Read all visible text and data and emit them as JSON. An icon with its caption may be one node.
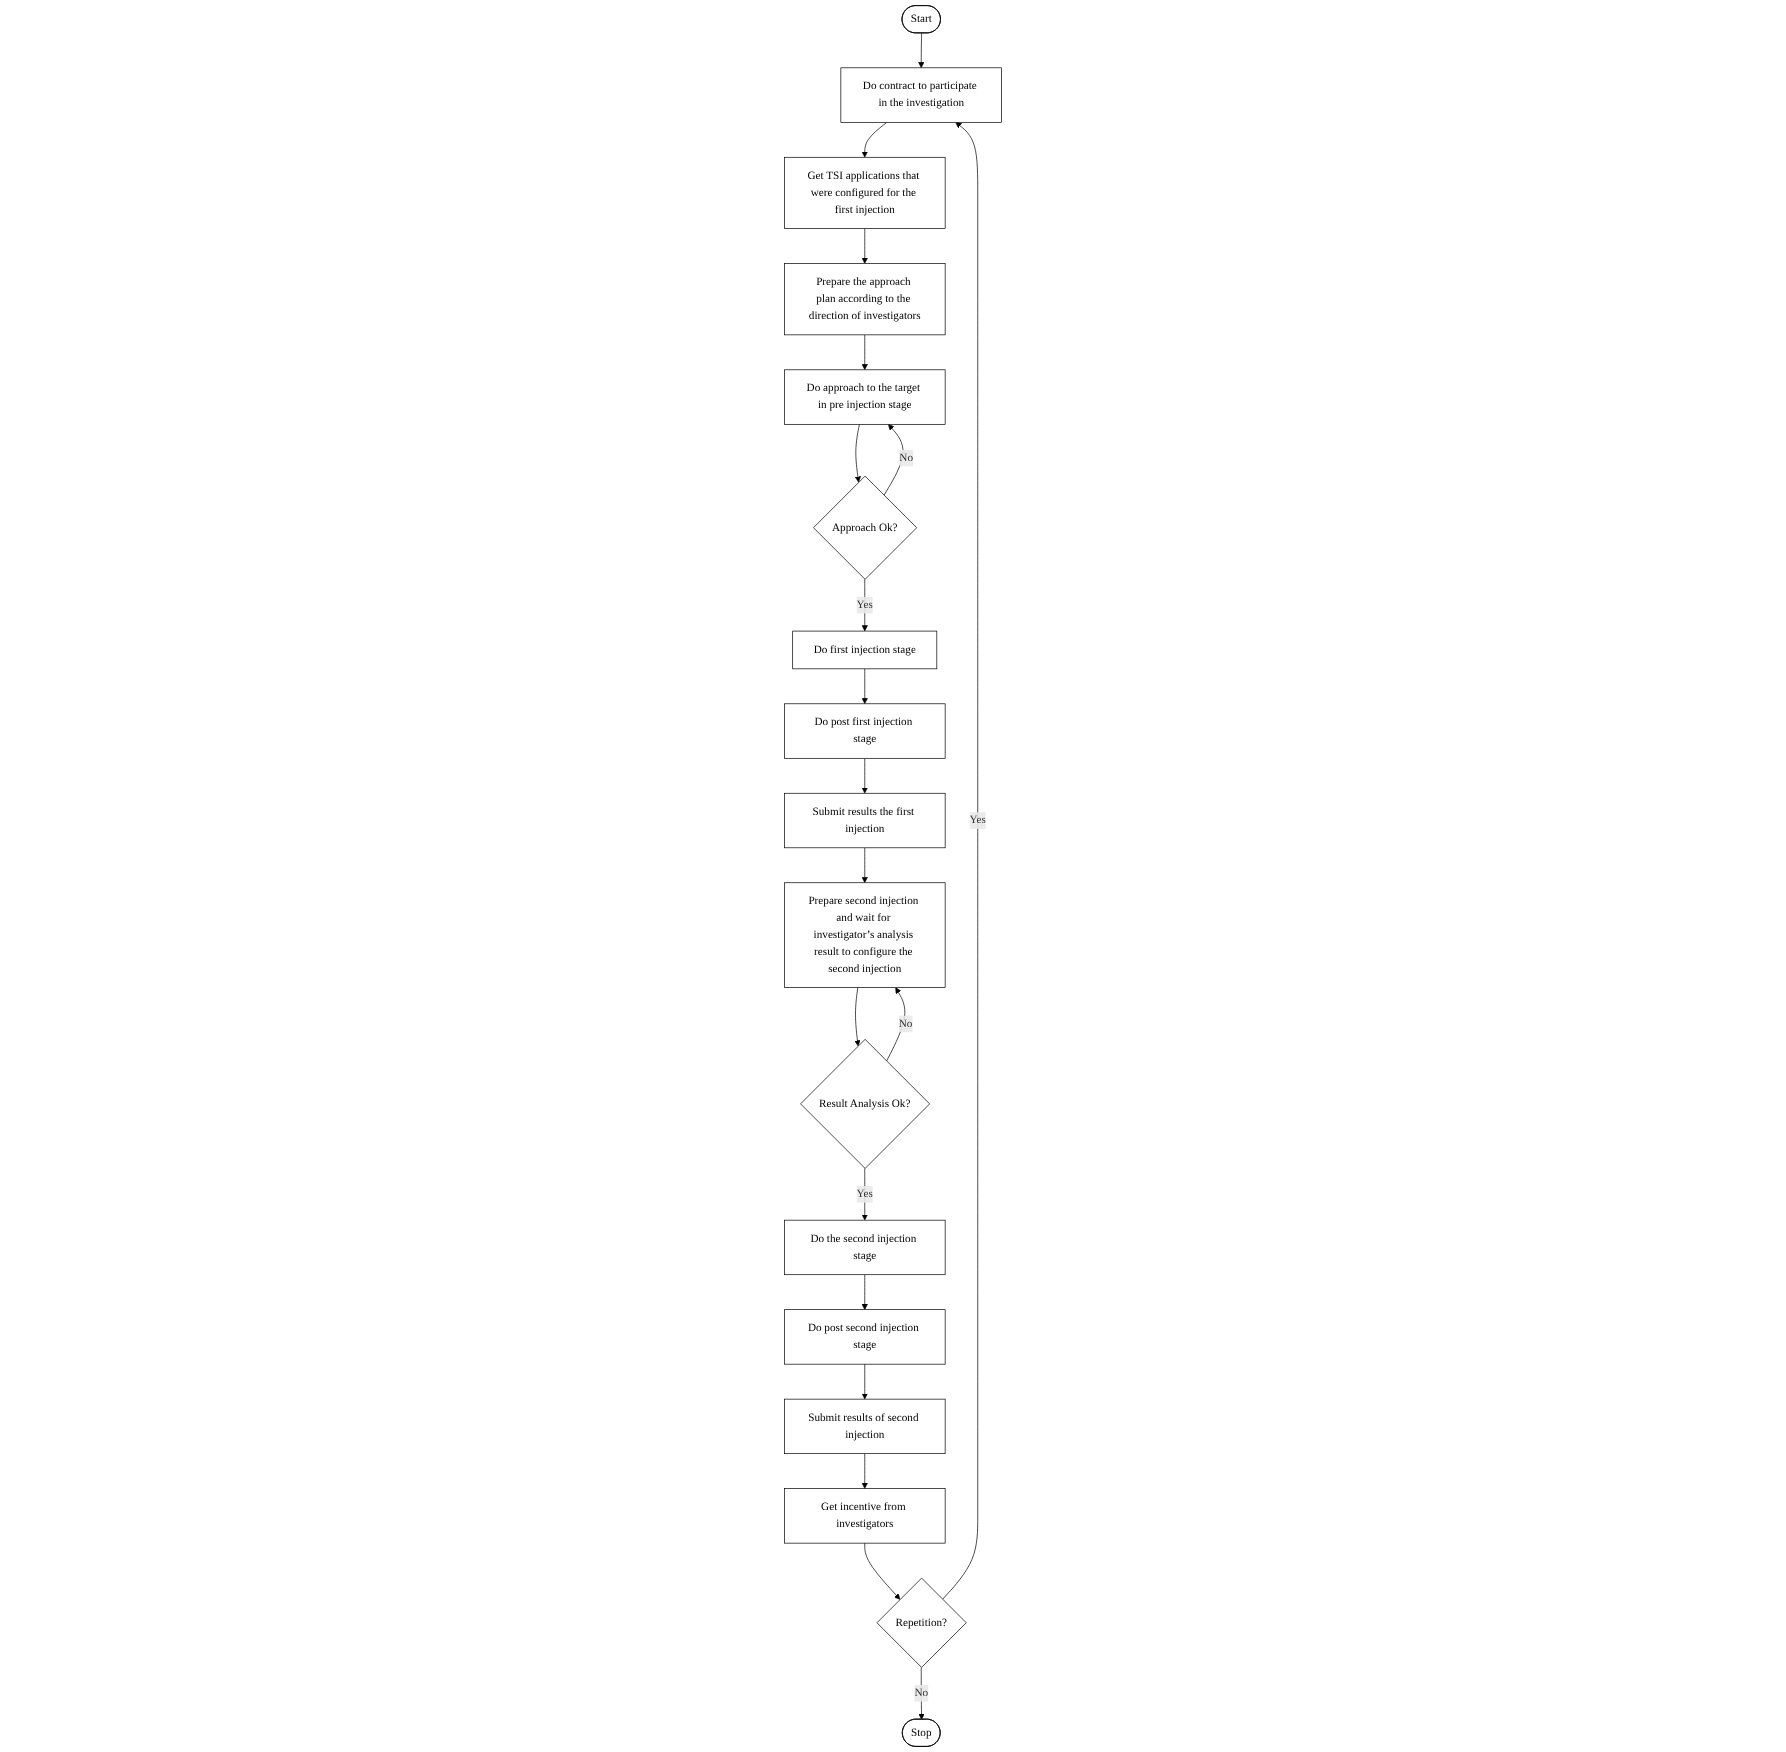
{
  "diagram": {
    "nodes": [
      {
        "text": [
          "Start"
        ]
      },
      {
        "text": [
          "Do contract to participate in the investigation"
        ]
      },
      {
        "text": [
          "Get TSI applications that were configured for the first injection"
        ]
      },
      {
        "text": [
          "Prepare the approach plan according to the direction of investigators"
        ]
      },
      {
        "text": [
          "Do approach to the target in pre injection stage"
        ]
      },
      {
        "text": [
          "Approach Ok?"
        ]
      },
      {
        "text": [
          "Do first injection stage"
        ]
      },
      {
        "text": [
          "Do post first injection stage"
        ]
      },
      {
        "text": [
          "Submit results the first injection"
        ]
      },
      {
        "text": [
          "Prepare second injection and wait for investigator’s analysis result to configure the second injection"
        ]
      },
      {
        "text": [
          "Result Analysis Ok?"
        ]
      },
      {
        "text": [
          "Do the second injection stage"
        ]
      },
      {
        "text": [
          "Do post second injection stage"
        ]
      },
      {
        "text": [
          "Submit results of second injection"
        ]
      },
      {
        "text": [
          "Get incentive from investigators"
        ]
      },
      {
        "text": [
          "Repetition?"
        ]
      },
      {
        "text": [
          "Stop"
        ]
      }
    ],
    "edges": [
      {
        "from": 0,
        "to": 1,
        "arrow": "to"
      },
      {
        "from": 1,
        "to": 2,
        "arrow": "to"
      },
      {
        "from": 2,
        "to": 3,
        "arrow": "to"
      },
      {
        "from": 3,
        "to": 4,
        "arrow": "to"
      },
      {
        "from": 4,
        "to": 5,
        "arrow": "to"
      },
      {
        "from": 5,
        "to": 4,
        "arrow": "to",
        "label": "No"
      },
      {
        "from": 5,
        "to": 6,
        "arrow": "to",
        "label": "Yes"
      },
      {
        "from": 6,
        "to": 7,
        "arrow": "to"
      },
      {
        "from": 7,
        "to": 8,
        "arrow": "to"
      },
      {
        "from": 8,
        "to": 9,
        "arrow": "to"
      },
      {
        "from": 9,
        "to": 10,
        "arrow": "to"
      },
      {
        "from": 10,
        "to": 9,
        "arrow": "to",
        "label": "No"
      },
      {
        "from": 10,
        "to": 11,
        "arrow": "to",
        "label": "Yes"
      },
      {
        "from": 11,
        "to": 12,
        "arrow": "to"
      },
      {
        "from": 12,
        "to": 13,
        "arrow": "to"
      },
      {
        "from": 13,
        "to": 14,
        "arrow": "to"
      },
      {
        "from": 14,
        "to": 15,
        "arrow": "to"
      },
      {
        "from": 15,
        "to": 1,
        "arrow": "to",
        "label": "Yes"
      },
      {
        "from": 15,
        "to": 16,
        "arrow": "to",
        "label": "No"
      }
    ]
  }
}
